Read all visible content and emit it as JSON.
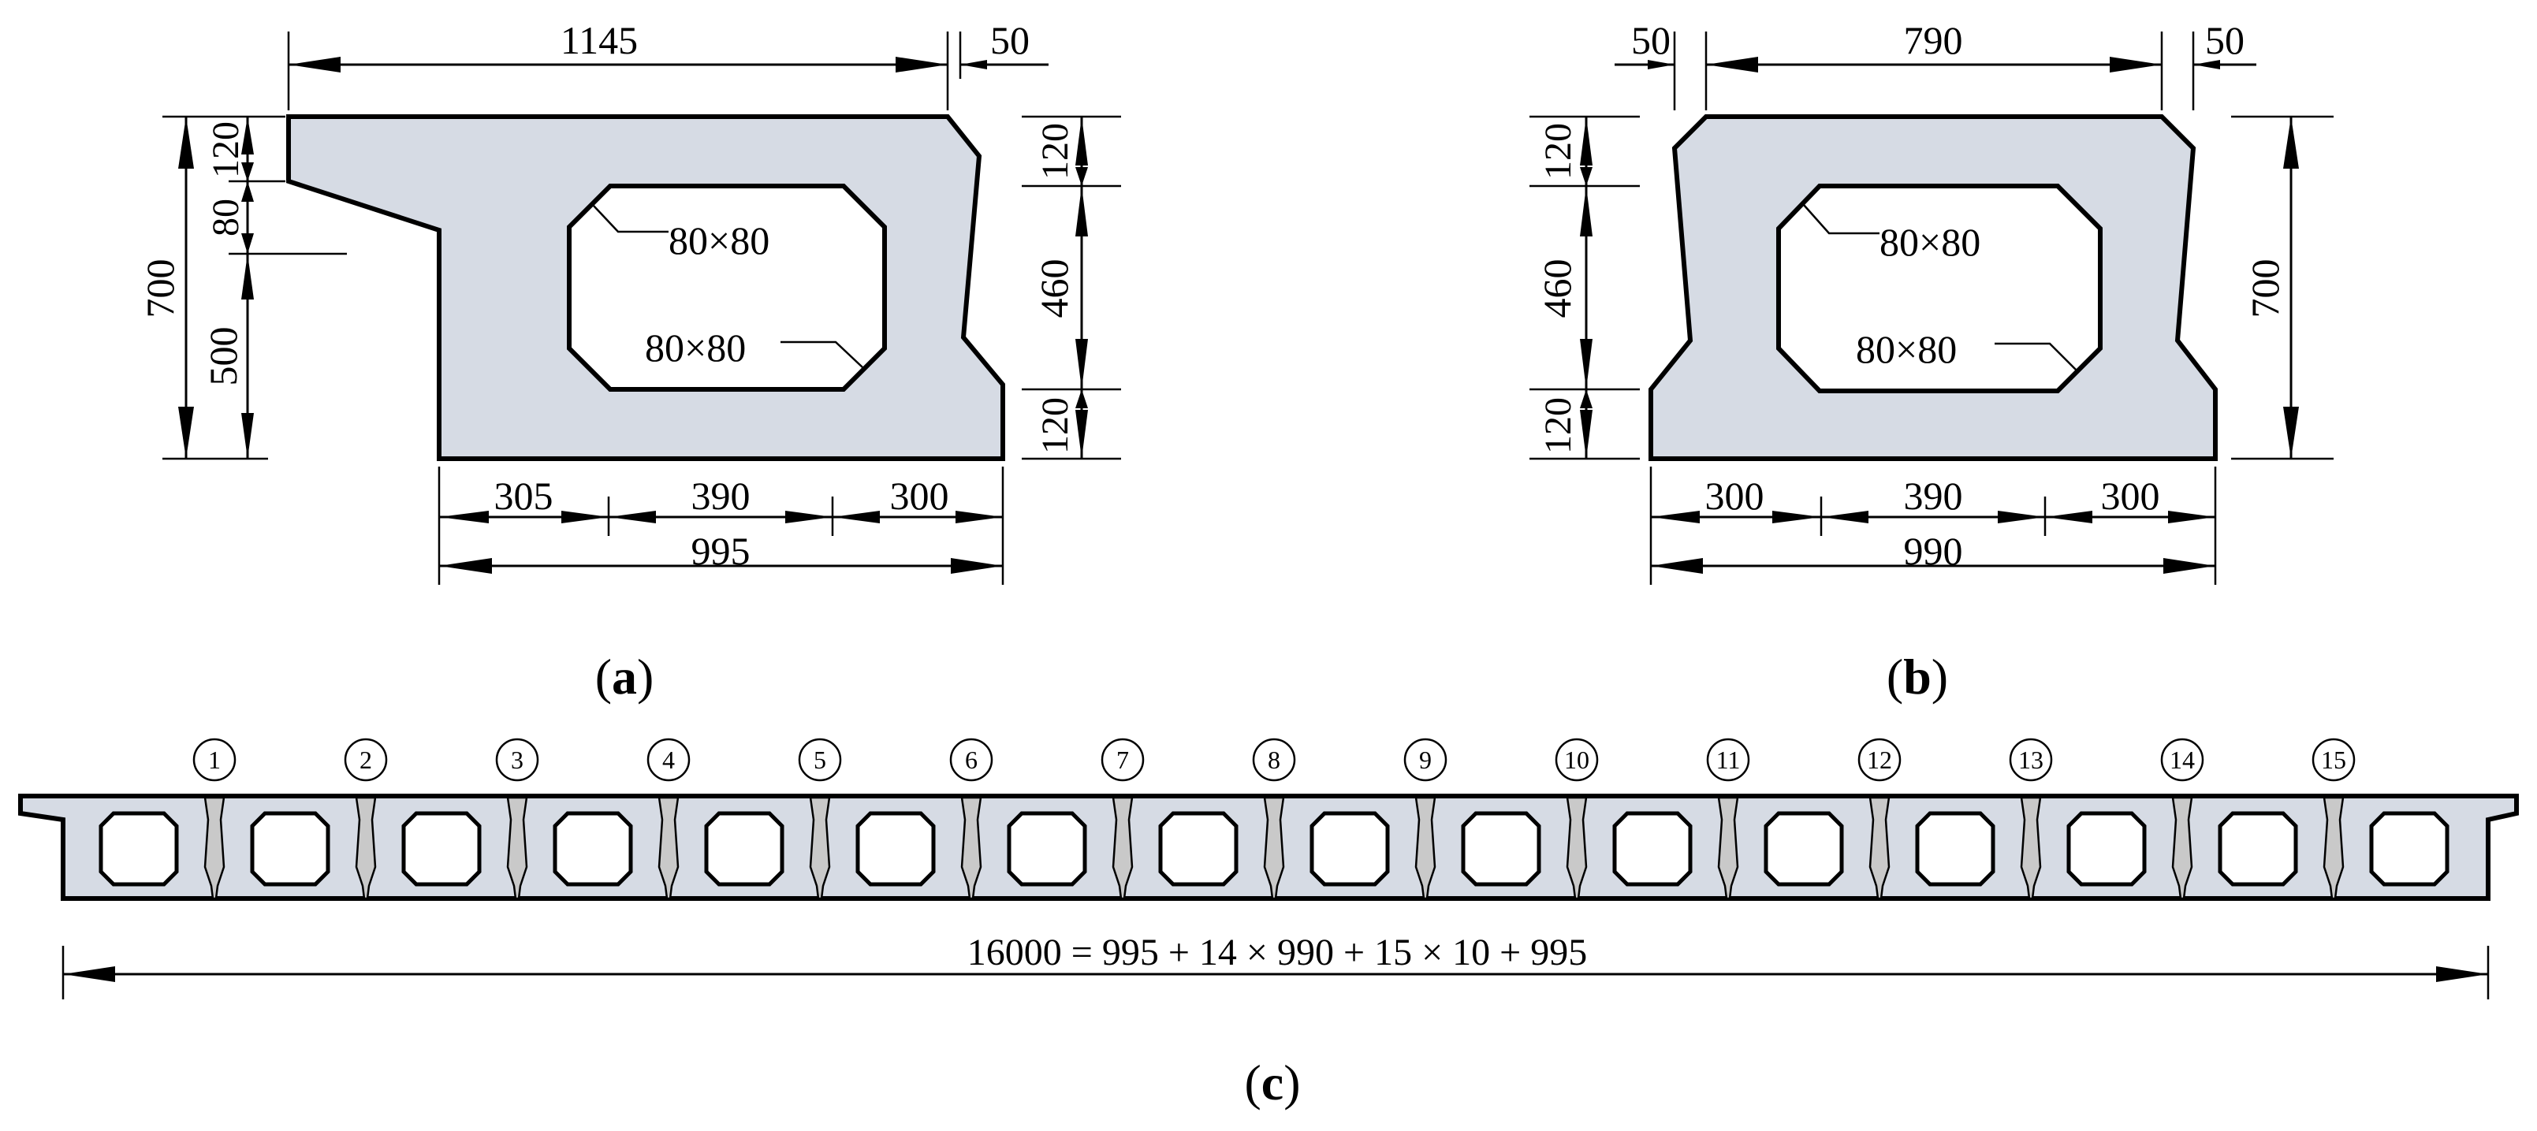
{
  "panel_a": {
    "caption_letter": "a",
    "dims": {
      "top_width": "1145",
      "top_right": "50",
      "left_top": "120",
      "left_mid": "80",
      "left_bottom": "500",
      "left_total": "700",
      "right_top": "120",
      "right_mid": "460",
      "right_bottom": "120",
      "bottom_left": "305",
      "bottom_mid": "390",
      "bottom_right": "300",
      "bottom_total": "995",
      "chamfer_top": "80×80",
      "chamfer_bottom": "80×80"
    }
  },
  "panel_b": {
    "caption_letter": "b",
    "dims": {
      "top_left": "50",
      "top_width": "790",
      "top_right": "50",
      "left_top": "120",
      "left_mid": "460",
      "left_bottom": "120",
      "right_total": "700",
      "bottom_left": "300",
      "bottom_mid": "390",
      "bottom_right": "300",
      "bottom_total": "990",
      "chamfer_top": "80×80",
      "chamfer_bottom": "80×80"
    }
  },
  "panel_c": {
    "caption_letter": "c",
    "joint_labels": [
      "1",
      "2",
      "3",
      "4",
      "5",
      "6",
      "7",
      "8",
      "9",
      "10",
      "11",
      "12",
      "13",
      "14",
      "15"
    ],
    "total_dimension": "16000 = 995 + 14 × 990 + 15 × 10 + 995"
  },
  "colors": {
    "concrete_fill": "#d6dbe4",
    "joint_fill": "#c9c9c9",
    "line": "#000000"
  }
}
